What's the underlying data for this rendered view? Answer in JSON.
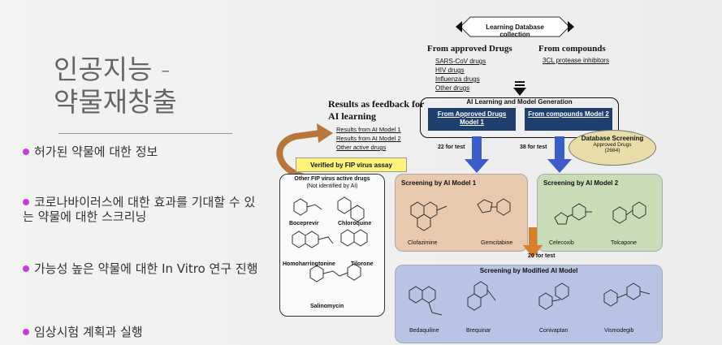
{
  "slide": {
    "title": "인공지능 -\n약물재창출",
    "bullets": [
      "허가된 약물에 대한 정보",
      "코로나바이러스에 대한 효과를 기대할 수 있는 약물에 대한 스크리닝",
      "가능성 높은 약물에 대한 In Vitro 연구 진행",
      "임상시험 계획과 실행"
    ]
  },
  "figure": {
    "db_title": "Learning Database collection",
    "approved_title": "From approved Drugs",
    "approved_items": [
      "SARS-CoV drugs",
      "HIV drugs",
      "Influenza drugs",
      "Other drugs"
    ],
    "compounds_title": "From compounds",
    "compounds_items": [
      "3CL protease inhibitors"
    ],
    "feedback_title": "Results as feedback for AI learning",
    "feedback_items": [
      "Results from AI Model 1",
      "Results from AI Model 2",
      "Other active drugs"
    ],
    "ai_box_title": "AI Learning and Model Generation",
    "model1_label": "From Approved Drugs Model 1",
    "model2_label": "From compounds Model 2",
    "test1": "22 for test",
    "test2": "38 for test",
    "db_screen_title": "Database Screening",
    "db_screen_sub": "Approved Drugs",
    "db_screen_count": "(2684)",
    "fip_label": "Verified by FIP virus assay",
    "fip_box_title": "Other FIP virus active drugs",
    "fip_box_sub": "(Not identified by AI)",
    "fip_drugs": [
      "Boceprevir",
      "Chloroquine",
      "Homoharringtonine",
      "Tilorone",
      "Salinomycin"
    ],
    "screen1_title": "Screening by AI Model 1",
    "screen1_drugs": [
      "Clofazimine",
      "Gemcitabine"
    ],
    "screen2_title": "Screening by AI Model 2",
    "screen2_drugs": [
      "Celecoxib",
      "Tolcapone"
    ],
    "test3": "20 for test",
    "screen3_title": "Screening by Modified AI Model",
    "screen3_drugs": [
      "Bedaquiline",
      "Brequinar",
      "Conivaptan",
      "Vismodegib"
    ]
  },
  "colors": {
    "bullet": "#c441d8",
    "model_box": "#1f3f6f",
    "screen1_fill": "#e9c9ad",
    "screen2_fill": "#c9dcb8",
    "screen3_fill": "#b8c4e6",
    "fip_label_fill": "#fff37a",
    "db_screen_fill": "#e8dda8",
    "arrow_blue": "#3a5dc9",
    "arrow_orange": "#d97e2a"
  }
}
